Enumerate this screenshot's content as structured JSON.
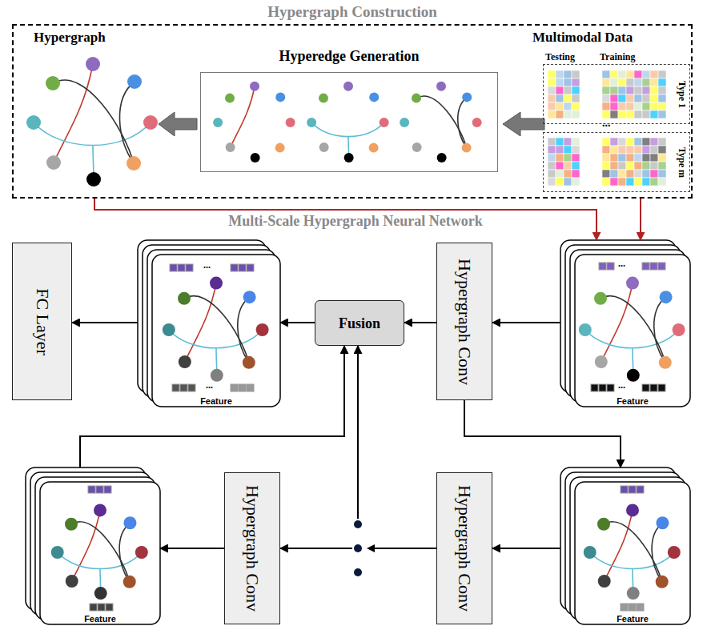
{
  "diagram": {
    "nodes": [
      {
        "text": [
          "Hypergraph Construction"
        ]
      },
      {
        "text": [
          "Training",
          "Testing",
          "Type 1"
        ],
        "in": 0
      },
      {
        "text": [
          "Type m"
        ],
        "in": 0
      },
      {
        "text": [
          "Hyperedge Generation"
        ],
        "in": 0
      },
      {
        "text": [
          "Feature"
        ]
      },
      {
        "text": [
          "Hypergraph Conv"
        ]
      },
      {
        "text": [
          "Fusion"
        ]
      },
      {
        "text": [
          "Feature"
        ]
      },
      {
        "text": [
          "FC Layer"
        ]
      },
      {
        "text": [
          "Feature"
        ]
      },
      {
        "text": [
          "Hypergraph Conv"
        ]
      },
      {
        "text": [
          "Hypergraph Conv"
        ]
      },
      {
        "text": [
          "Feature"
        ]
      }
    ],
    "edges": [
      {
        "from": 0,
        "to": 4,
        "arrow": "to"
      },
      {
        "from": 0,
        "to": 4,
        "arrow": "to"
      },
      {
        "from": 4,
        "to": 5,
        "arrow": "to"
      },
      {
        "from": 5,
        "to": 6,
        "arrow": "to"
      },
      {
        "from": 6,
        "to": 7,
        "arrow": "to"
      },
      {
        "from": 7,
        "to": 8,
        "arrow": "to"
      },
      {
        "from": 5,
        "to": 9,
        "arrow": "to"
      },
      {
        "from": 9,
        "to": 10,
        "arrow": "to"
      },
      {
        "from": 10,
        "to": 11,
        "arrow": "to"
      },
      {
        "from": 10,
        "to": 6,
        "arrow": "to"
      },
      {
        "from": 11,
        "to": 12,
        "arrow": "to"
      },
      {
        "from": 12,
        "to": 6,
        "arrow": "to"
      }
    ],
    "labels": [
      "Multimodal Data",
      "...",
      "Hypergraph",
      "Multi-Scale Hypergraph Neural Network",
      "...",
      "...",
      "...",
      "..."
    ]
  }
}
